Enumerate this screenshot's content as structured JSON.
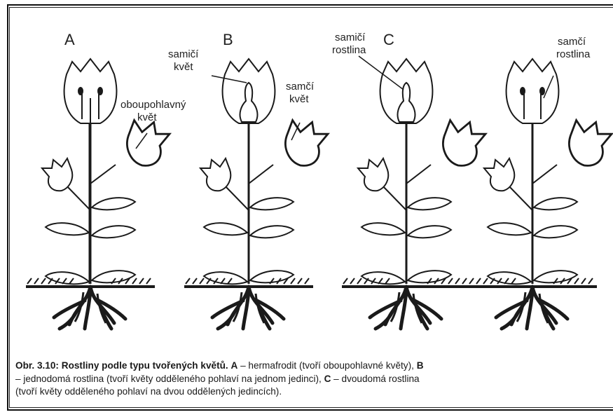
{
  "panels": {
    "A": {
      "letter": "A",
      "callout_line1": "oboupohlavný",
      "callout_line2": "květ"
    },
    "B": {
      "letter": "B",
      "female_line1": "samičí",
      "female_line2": "květ",
      "male_line1": "samčí",
      "male_line2": "květ"
    },
    "C": {
      "letter": "C",
      "female_line1": "samičí",
      "female_line2": "rostlina",
      "male_line1": "samčí",
      "male_line2": "rostlina"
    }
  },
  "caption": {
    "label": "Obr. 3.10:",
    "title": "Rostliny podle typu tvořených květů.",
    "key_a": "A",
    "text_a": " – hermafrodit (tvoří oboupohlavné květy), ",
    "key_b": "B",
    "text_b": "– jednodomá rostlina (tvoří květy odděleného pohlaví na jednom jedinci), ",
    "key_c": "C",
    "text_c": " – dvoudomá rostlina",
    "line3": "(tvoří květy odděleného pohlaví na dvou oddělených jedincích)."
  },
  "colors": {
    "ink": "#1a1a1a",
    "background": "#ffffff"
  }
}
